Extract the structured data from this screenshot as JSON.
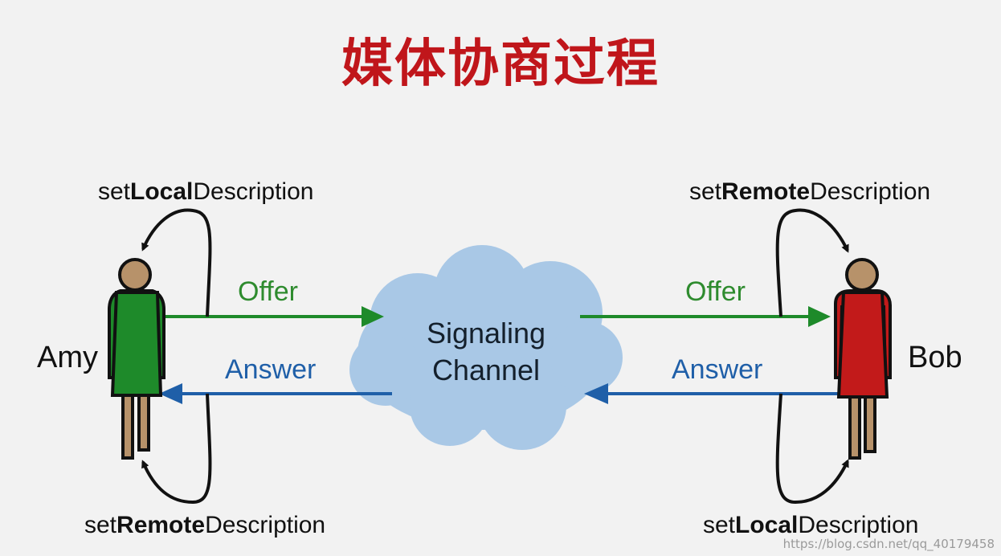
{
  "title": "媒体协商过程",
  "colors": {
    "title": "#c0161b",
    "offer": "#1e8a2a",
    "answer": "#1f5fa8",
    "cloud": "#a9c8e6",
    "amy": "#1e8a2a",
    "bob": "#c21a1a"
  },
  "left": {
    "name": "Amy",
    "top_call": {
      "prefix": "set",
      "bold": "Local",
      "suffix": "Description"
    },
    "bottom_call": {
      "prefix": "set",
      "bold": "Remote",
      "suffix": "Description"
    }
  },
  "right": {
    "name": "Bob",
    "top_call": {
      "prefix": "set",
      "bold": "Remote",
      "suffix": "Description"
    },
    "bottom_call": {
      "prefix": "set",
      "bold": "Local",
      "suffix": "Description"
    }
  },
  "messages": {
    "offer": "Offer",
    "answer": "Answer"
  },
  "channel": {
    "line1": "Signaling",
    "line2": "Channel"
  },
  "watermark": "https://blog.csdn.net/qq_40179458",
  "icons": {
    "left_person": "person-green-icon",
    "right_person": "person-red-icon",
    "cloud": "cloud-icon"
  }
}
